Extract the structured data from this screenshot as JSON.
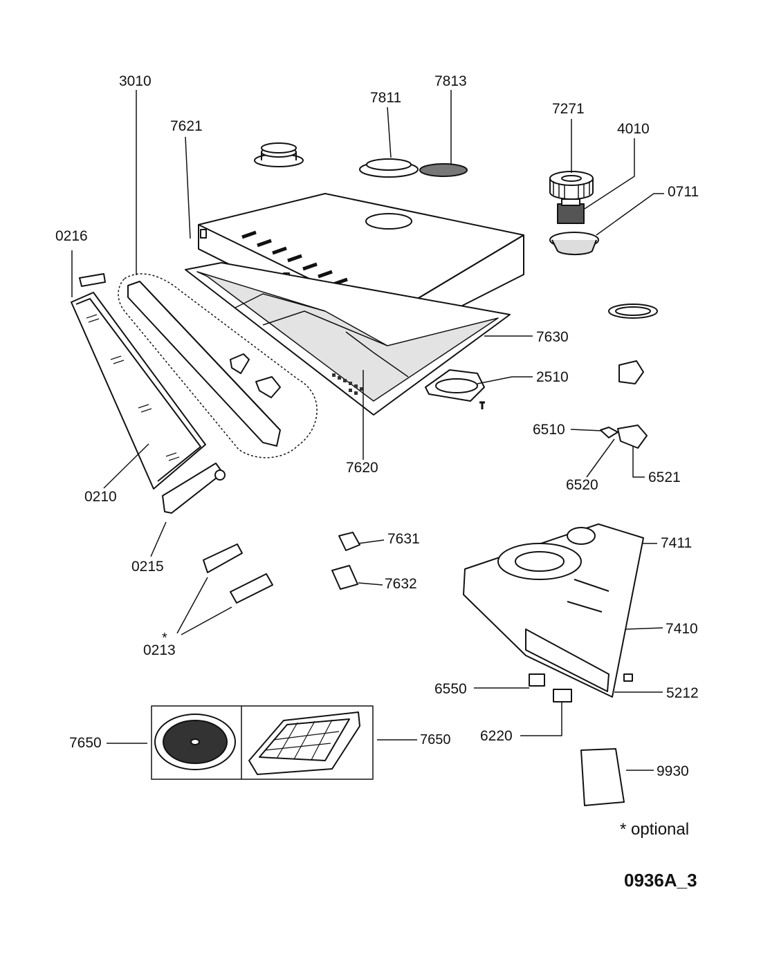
{
  "diagram": {
    "labels": {
      "p3010": "3010",
      "p7811": "7811",
      "p7813": "7813",
      "p7621": "7621",
      "p7271": "7271",
      "p4010": "4010",
      "p0711": "0711",
      "p0216": "0216",
      "p7630": "7630",
      "p2510": "2510",
      "p6510": "6510",
      "p6520": "6520",
      "p6521": "6521",
      "p7620": "7620",
      "p0210": "0210",
      "p0215": "0215",
      "p7631": "7631",
      "p7632": "7632",
      "p7411": "7411",
      "p7410": "7410",
      "p0213": "0213",
      "p6550": "6550",
      "p5212": "5212",
      "p6220": "6220",
      "p7650a": "7650",
      "p7650b": "7650",
      "p9930": "9930"
    },
    "optional_marker": "*",
    "optional_note": "* optional",
    "drawing_code": "0936A_3"
  }
}
